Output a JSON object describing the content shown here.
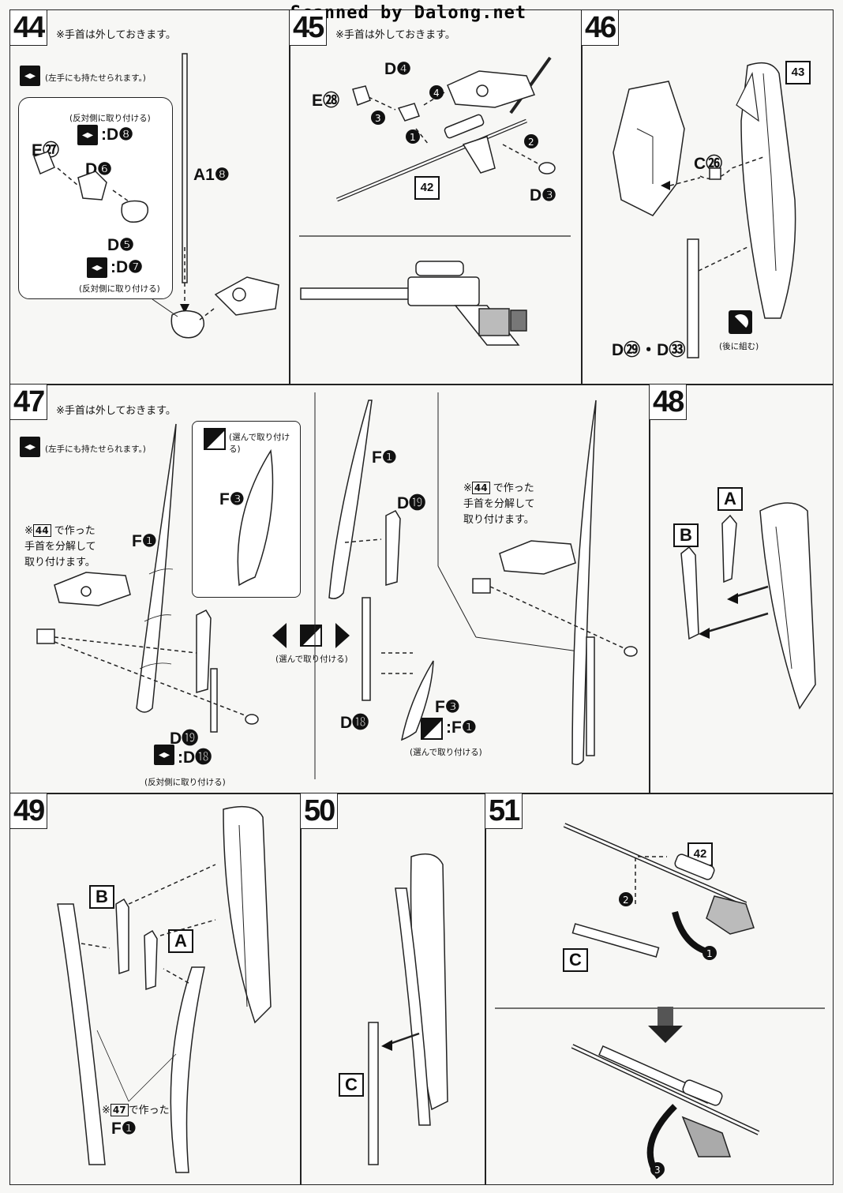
{
  "watermark": "Scanned by Dalong.net",
  "steps": {
    "s44": {
      "number": "44",
      "note": "※手首は外しておきます。",
      "left_hand_note": "(左手にも持たせられます。)",
      "opposite_note_1": "(反対側に取り付ける)",
      "opposite_note_2": "(反対側に取り付ける)",
      "parts": {
        "e27": "E㉗",
        "d8": ":D❽",
        "d6": "D❻",
        "d5": "D❺",
        "d7": ":D❼",
        "a18": "A1❽"
      }
    },
    "s45": {
      "number": "45",
      "note": "※手首は外しておきます。",
      "parts": {
        "d4": "D❹",
        "e28": "E㉘",
        "d3": "D❸",
        "ref42": "42"
      },
      "step_markers": [
        "❶",
        "❷",
        "❸",
        "❹"
      ]
    },
    "s46": {
      "number": "46",
      "parts": {
        "c26": "C㉖",
        "d29_33": "D㉙・D㉝",
        "ref43": "43"
      },
      "later_note": "(後に組む)"
    },
    "s47": {
      "number": "47",
      "note": "※手首は外しておきます。",
      "left_hand_note": "(左手にも持たせられます。)",
      "choose_note": "(選んで取り付ける)",
      "choose_note_center": "(選んで取り付ける)",
      "choose_note_bottom": "(選んで取り付ける)",
      "opposite_note": "(反対側に取り付ける)",
      "ref_note_prefix": "※",
      "ref_step": "44",
      "ref_note_line1": "で作った",
      "ref_note_line2": "手首を分解して",
      "ref_note_line3": "取り付けます。",
      "ref_note_b_line1": "で作った",
      "ref_note_b_line2": "手首を分解して",
      "ref_note_b_line3": "取り付けます。",
      "parts": {
        "f1a": "F❶",
        "f3a": "F❸",
        "f1b": "F❶",
        "d19a": "D⓳",
        "d18a": ":D⓲",
        "d19b": "D⓳",
        "d18b": "D⓲",
        "f3b": "F❸",
        "f1c": ":F❶"
      }
    },
    "s48": {
      "number": "48",
      "parts": {
        "a": "A",
        "b": "B"
      }
    },
    "s49": {
      "number": "49",
      "parts": {
        "b": "B",
        "a": "A",
        "f1": "F❶"
      },
      "ref_note_prefix": "※",
      "ref_step": "47",
      "ref_note": "で作った"
    },
    "s50": {
      "number": "50",
      "parts": {
        "c": "C"
      }
    },
    "s51": {
      "number": "51",
      "parts": {
        "c": "C",
        "ref42": "42"
      },
      "step_markers": [
        "❶",
        "❷",
        "❸"
      ]
    }
  },
  "icons": [
    "left-right-swap-icon",
    "select-icon",
    "assemble-later-icon",
    "arrow-icon"
  ]
}
